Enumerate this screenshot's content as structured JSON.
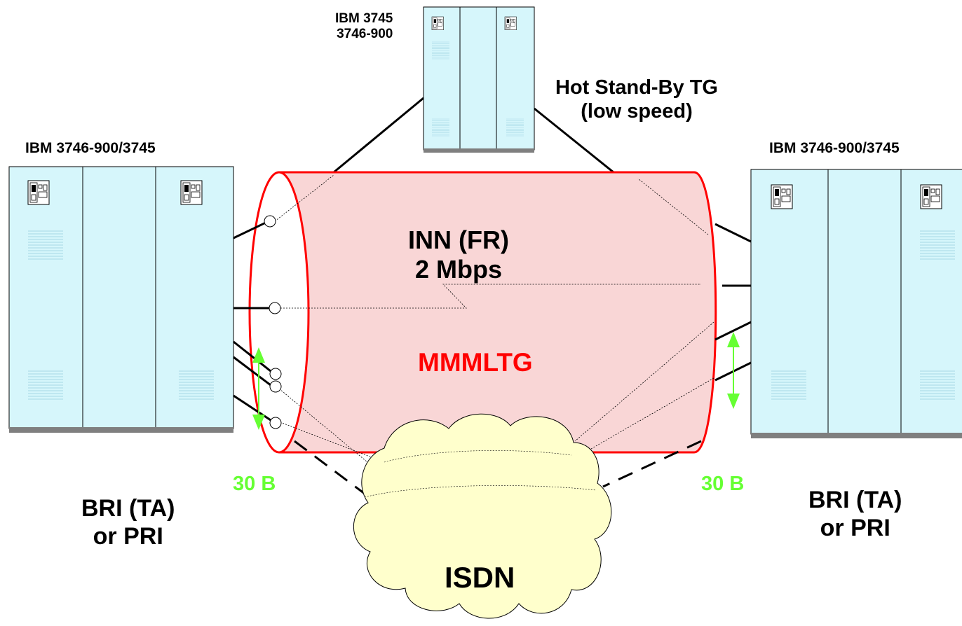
{
  "labels": {
    "top_device": [
      "IBM 3745",
      "3746-900"
    ],
    "left_device": "IBM 3746-900/3745",
    "right_device": "IBM 3746-900/3745",
    "hot_standby": [
      "Hot Stand-By TG",
      "(low speed)"
    ],
    "inn": [
      "INN (FR)",
      "2 Mbps"
    ],
    "mmmltg": "MMMLTG",
    "left_channels": "30 B",
    "right_channels": "30 B",
    "left_access": [
      "BRI (TA)",
      "or PRI"
    ],
    "right_access": [
      "BRI (TA)",
      "or PRI"
    ],
    "cloud": "ISDN"
  },
  "colors": {
    "cabinet": "#d6f6fb",
    "cabinet_base": "#7f7f7f",
    "tube_fill": "#f9d6d6",
    "tube_edge": "#ff0000",
    "mmmltg_text": "#ff0000",
    "channels_text": "#66ff33",
    "arrow": "#66ff33",
    "cloud": "#ffffcc"
  }
}
